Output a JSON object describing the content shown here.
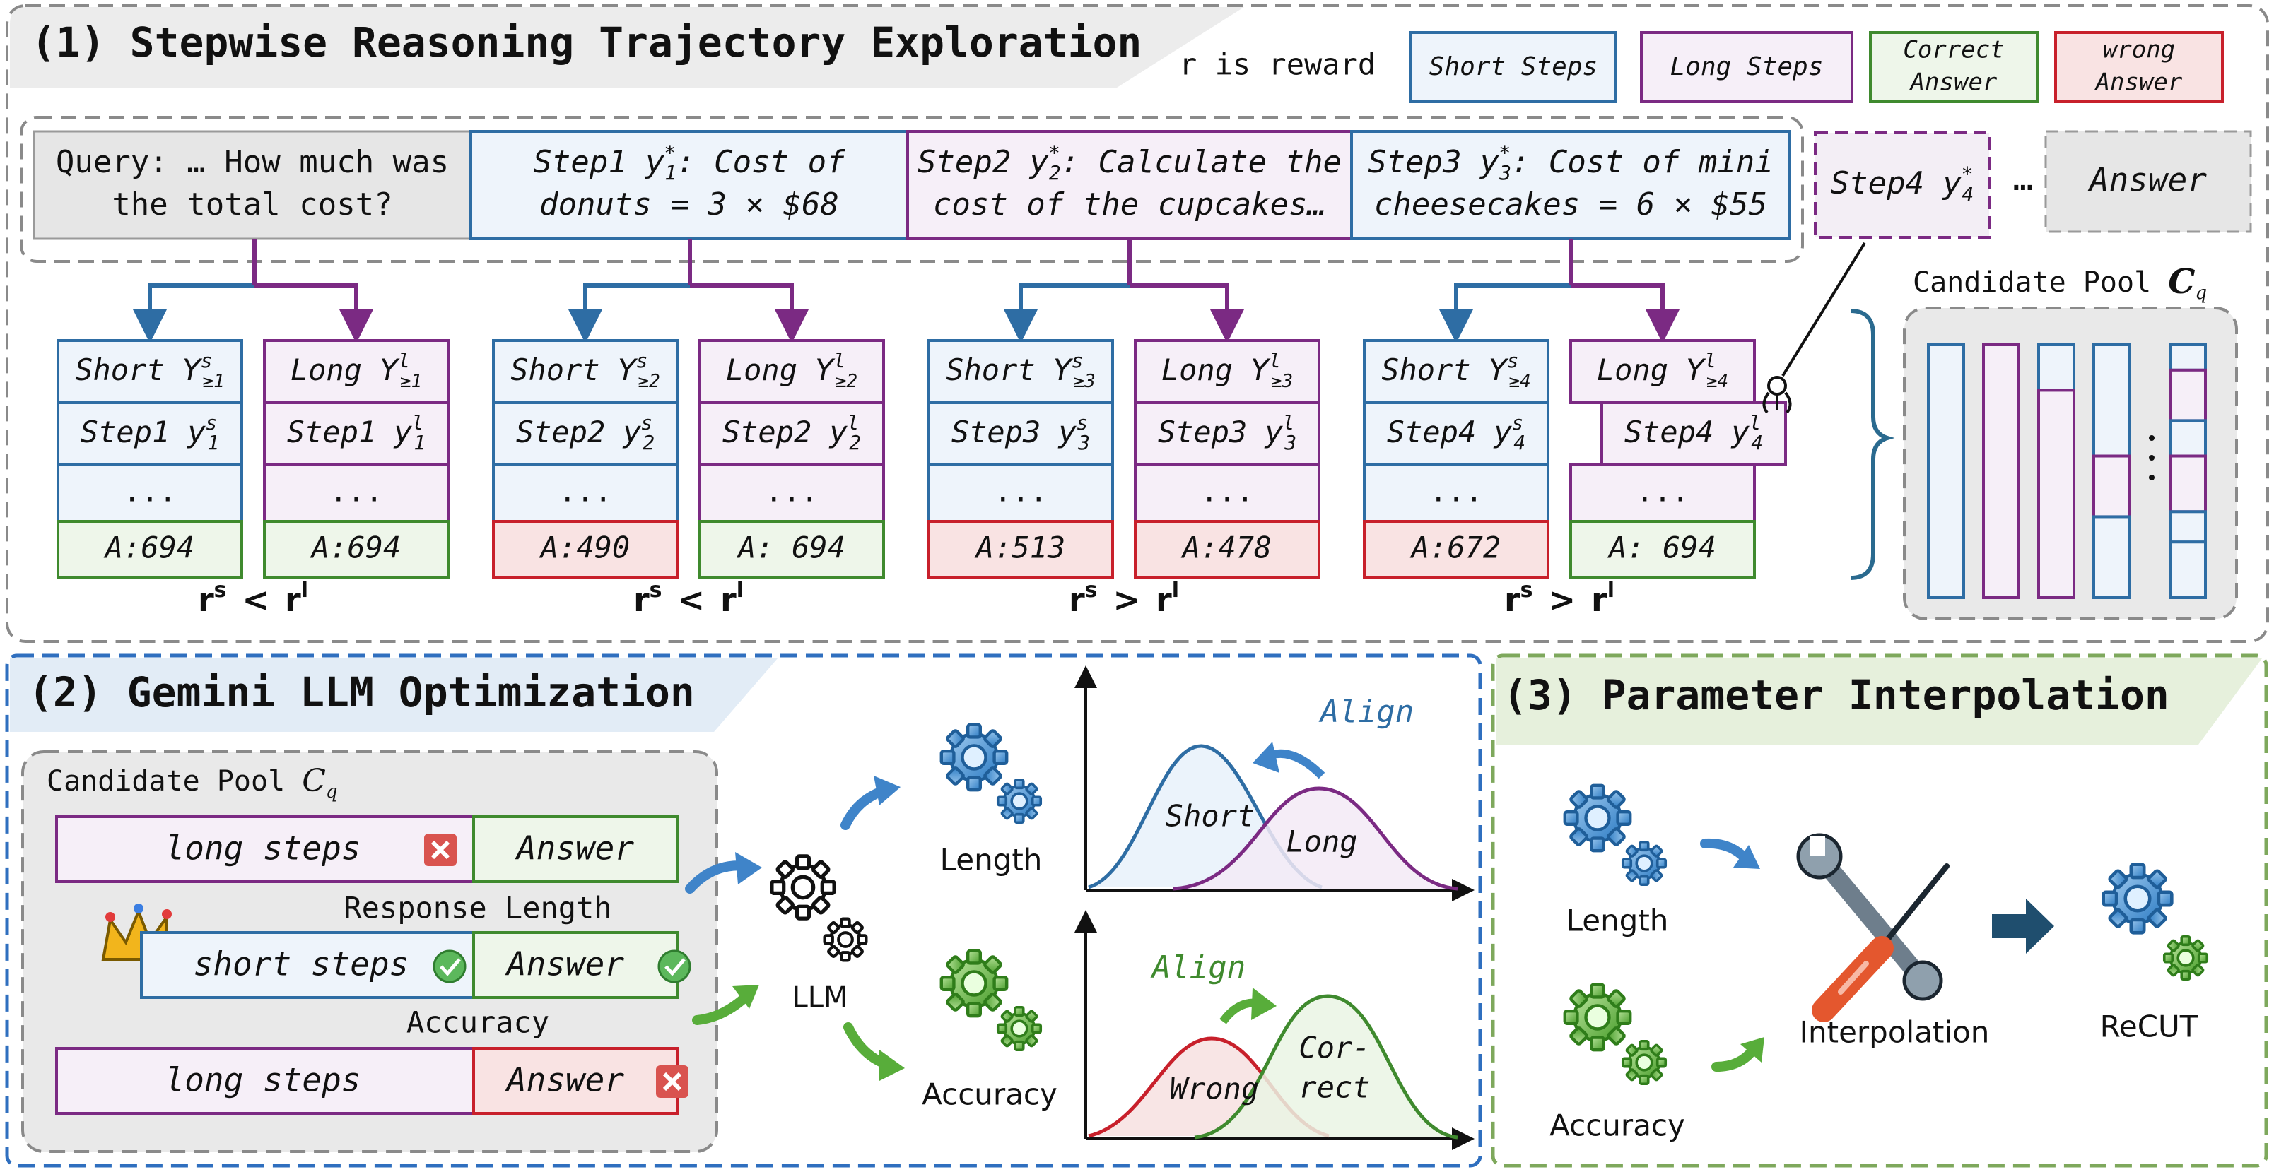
{
  "section1": {
    "title": "(1) Stepwise Reasoning Trajectory Exploration",
    "reward_note": "r is reward",
    "legend": {
      "short": "Short Steps",
      "long": "Long Steps",
      "correct": [
        "Correct",
        "Answer"
      ],
      "wrong": [
        "wrong",
        "Answer"
      ]
    },
    "query": [
      "Query: … How much was",
      "the total cost?"
    ],
    "steps": [
      {
        "pre": "Step1 ",
        "v": "y",
        "sup": "*",
        "sub": "1",
        "rest": ": Cost of",
        "line2": "donuts = 3 × $68"
      },
      {
        "pre": "Step2 ",
        "v": "y",
        "sup": "*",
        "sub": "2",
        "rest": ": Calculate the",
        "line2": "cost of the cupcakes…"
      },
      {
        "pre": "Step3 ",
        "v": "y",
        "sup": "*",
        "sub": "3",
        "rest": ": Cost of mini",
        "line2": "cheesecakes = 6 × $55"
      }
    ],
    "step4": {
      "pre": "Step4 ",
      "v": "y",
      "sup": "*",
      "sub": "4"
    },
    "ellipsis": "…",
    "answer": "Answer",
    "candidate_pool_label": "Candidate Pool ",
    "candidate_pool_symbol": "C",
    "candidate_pool_sub": "q",
    "groups": [
      {
        "short": {
          "head": "Short ",
          "v": "Y",
          "sup": "s",
          "sub": "≥1",
          "step": "Step1 ",
          "sv": "y",
          "ssup": "s",
          "ssub": "1",
          "dots": "...",
          "ans": "A:694",
          "ans_ok": true
        },
        "long": {
          "head": "Long ",
          "v": "Y",
          "sup": "l",
          "sub": "≥1",
          "step": "Step1 ",
          "sv": "y",
          "ssup": "l",
          "ssub": "1",
          "dots": "...",
          "ans": "A:694",
          "ans_ok": true
        },
        "cmp": "<"
      },
      {
        "short": {
          "head": "Short ",
          "v": "Y",
          "sup": "s",
          "sub": "≥2",
          "step": "Step2 ",
          "sv": "y",
          "ssup": "s",
          "ssub": "2",
          "dots": "...",
          "ans": "A:490",
          "ans_ok": false
        },
        "long": {
          "head": "Long ",
          "v": "Y",
          "sup": "l",
          "sub": "≥2",
          "step": "Step2 ",
          "sv": "y",
          "ssup": "l",
          "ssub": "2",
          "dots": "...",
          "ans": "A: 694",
          "ans_ok": true
        },
        "cmp": "<"
      },
      {
        "short": {
          "head": "Short ",
          "v": "Y",
          "sup": "s",
          "sub": "≥3",
          "step": "Step3 ",
          "sv": "y",
          "ssup": "s",
          "ssub": "3",
          "dots": "...",
          "ans": "A:513",
          "ans_ok": false
        },
        "long": {
          "head": "Long ",
          "v": "Y",
          "sup": "l",
          "sub": "≥3",
          "step": "Step3 ",
          "sv": "y",
          "ssup": "l",
          "ssub": "3",
          "dots": "...",
          "ans": "A:478",
          "ans_ok": false
        },
        "cmp": ">"
      },
      {
        "short": {
          "head": "Short ",
          "v": "Y",
          "sup": "s",
          "sub": "≥4",
          "step": "Step4 ",
          "sv": "y",
          "ssup": "s",
          "ssub": "4",
          "dots": "...",
          "ans": "A:672",
          "ans_ok": false
        },
        "long": {
          "head": "Long ",
          "v": "Y",
          "sup": "l",
          "sub": "≥4",
          "step": "Step4 ",
          "sv": "y",
          "ssup": "l",
          "ssub": "4",
          "dots": "...",
          "ans": "A: 694",
          "ans_ok": true
        },
        "cmp": ">"
      }
    ],
    "reward": {
      "r": "r",
      "s": "s",
      "l": "l"
    }
  },
  "section2": {
    "title": "(2) Gemini LLM Optimization",
    "candidate_pool_label": "Candidate Pool ",
    "rows": [
      {
        "steps": "long steps",
        "answer": "Answer"
      },
      {
        "steps": "short steps",
        "answer": "Answer"
      },
      {
        "steps": "long steps",
        "answer": "Answer"
      }
    ],
    "response_length": "Response Length",
    "accuracy_label": "Accuracy",
    "llm": "LLM",
    "length": "Length",
    "accuracy": "Accuracy",
    "align": "Align",
    "short": "Short",
    "long": "Long",
    "wrong": "Wrong",
    "correct": [
      "Cor-",
      "rect"
    ]
  },
  "section3": {
    "title": "(3) Parameter Interpolation",
    "length": "Length",
    "accuracy": "Accuracy",
    "interpolation": "Interpolation",
    "recut": "ReCUT"
  },
  "colors": {
    "blue": "#2e6da4",
    "purple": "#7b2a83",
    "green": "#3f8a2e",
    "red": "#c8202b",
    "shortFill": "#eef4fb",
    "longFill": "#f6eff8",
    "greenFill": "#eef6ea",
    "redFill": "#f9e3e3",
    "greyFill": "#e7e7e7",
    "section2Border": "#2f6fbf",
    "section3Border": "#7ea85c",
    "sectionGrey": "#8a8a8a"
  }
}
